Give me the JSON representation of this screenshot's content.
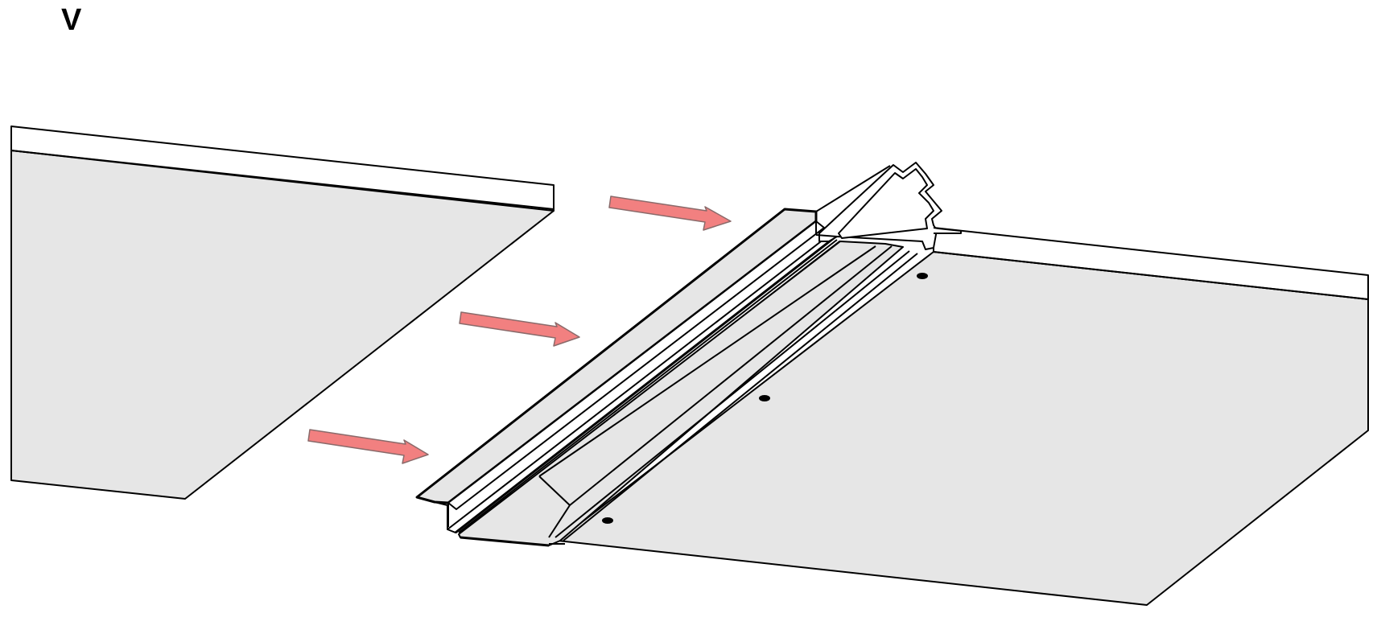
{
  "step": {
    "label": "V"
  },
  "colors": {
    "panel_fill": "#e6e6e6",
    "line": "#000000",
    "arrow_fill": "#f28080",
    "arrow_stroke": "#8a6a6a",
    "background": "#ffffff"
  },
  "arrows": {
    "count": 3,
    "direction": "toward-profile"
  },
  "screw_holes": {
    "count": 3
  }
}
